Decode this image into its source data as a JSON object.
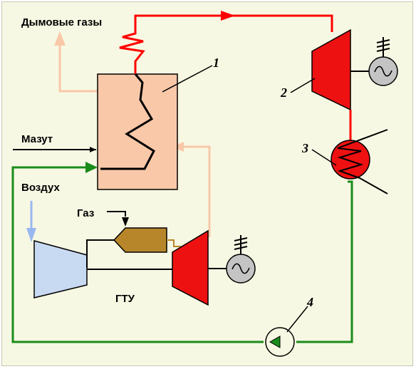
{
  "labels": {
    "flue_gases": "Дымовые газы",
    "fuel_oil": "Мазут",
    "air": "Воздух",
    "gas": "Газ",
    "gtu": "ГТУ"
  },
  "numbers": {
    "boiler": "1",
    "steam_turbine": "2",
    "condenser": "3",
    "pump": "4"
  },
  "colors": {
    "background": "#f7f8e3",
    "steam_line": "#ff0000",
    "water_line": "#1a8c1a",
    "exhaust_line": "#f8c8a8",
    "boiler_fill": "#f8c8a8",
    "turbine_fill": "#ee1111",
    "compressor_fill": "#c8daf2",
    "combustor_fill": "#b8862a",
    "generator_fill": "#c4c4c4",
    "air_arrow": "#9ab8f0"
  }
}
